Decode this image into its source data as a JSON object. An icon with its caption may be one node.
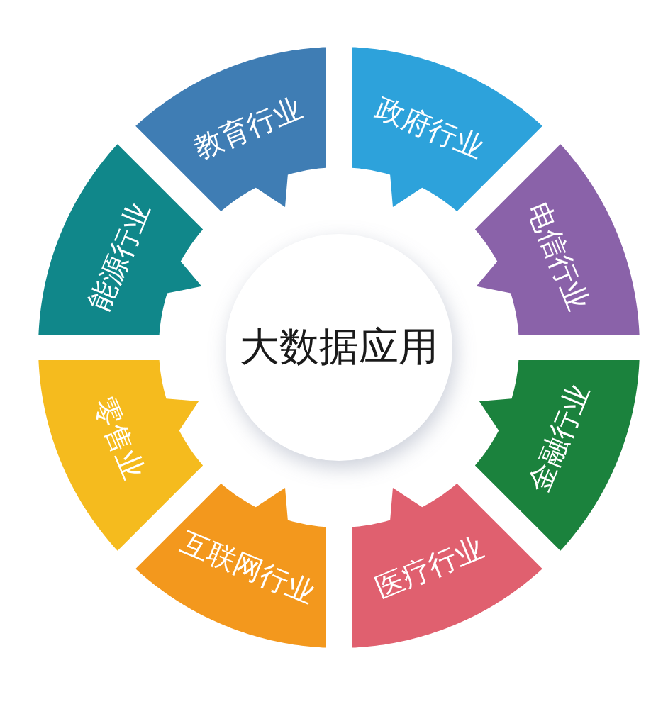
{
  "diagram": {
    "nodes": [
      {
        "text": [
          "大数据应用"
        ]
      },
      {
        "text": [
          "教育行业"
        ]
      },
      {
        "text": [
          "政府行业"
        ]
      },
      {
        "text": [
          "电信行业"
        ]
      },
      {
        "text": [
          "金融行业"
        ]
      },
      {
        "text": [
          "医疗行业"
        ]
      },
      {
        "text": [
          "互联网行业"
        ]
      },
      {
        "text": [
          "零售业"
        ]
      },
      {
        "text": [
          "能源行业"
        ]
      }
    ]
  }
}
